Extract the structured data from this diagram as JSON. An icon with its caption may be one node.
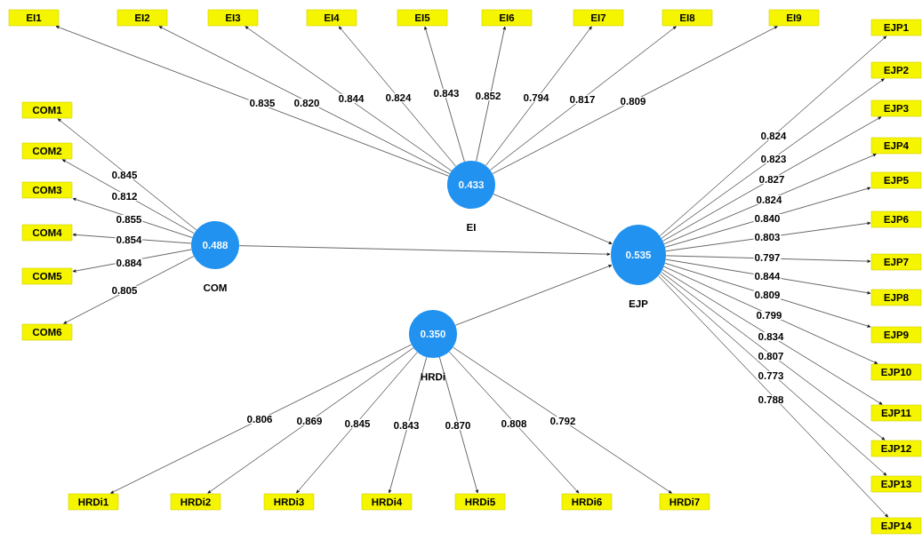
{
  "diagram": {
    "nodes": [
      {
        "text": [
          "0.433"
        ],
        "beside": [
          "EI"
        ]
      },
      {
        "text": [
          "0.488"
        ],
        "beside": [
          "COM"
        ]
      },
      {
        "text": [
          "0.535"
        ],
        "beside": [
          "EJP"
        ]
      },
      {
        "text": [
          "0.350"
        ],
        "beside": [
          "HRDi"
        ]
      },
      {
        "text": [
          "EI1"
        ]
      },
      {
        "text": [
          "EI2"
        ]
      },
      {
        "text": [
          "EI3"
        ]
      },
      {
        "text": [
          "EI4"
        ]
      },
      {
        "text": [
          "EI5"
        ]
      },
      {
        "text": [
          "EI6"
        ]
      },
      {
        "text": [
          "EI7"
        ]
      },
      {
        "text": [
          "EI8"
        ]
      },
      {
        "text": [
          "EI9"
        ]
      },
      {
        "text": [
          "COM1"
        ]
      },
      {
        "text": [
          "COM2"
        ]
      },
      {
        "text": [
          "COM3"
        ]
      },
      {
        "text": [
          "COM4"
        ]
      },
      {
        "text": [
          "COM5"
        ]
      },
      {
        "text": [
          "COM6"
        ]
      },
      {
        "text": [
          "EJP1"
        ]
      },
      {
        "text": [
          "EJP2"
        ]
      },
      {
        "text": [
          "EJP3"
        ]
      },
      {
        "text": [
          "EJP4"
        ]
      },
      {
        "text": [
          "EJP5"
        ]
      },
      {
        "text": [
          "EJP6"
        ]
      },
      {
        "text": [
          "EJP7"
        ]
      },
      {
        "text": [
          "EJP8"
        ]
      },
      {
        "text": [
          "EJP9"
        ]
      },
      {
        "text": [
          "EJP10"
        ]
      },
      {
        "text": [
          "EJP11"
        ]
      },
      {
        "text": [
          "EJP12"
        ]
      },
      {
        "text": [
          "EJP13"
        ]
      },
      {
        "text": [
          "EJP14"
        ]
      },
      {
        "text": [
          "HRDi1"
        ]
      },
      {
        "text": [
          "HRDi2"
        ]
      },
      {
        "text": [
          "HRDi3"
        ]
      },
      {
        "text": [
          "HRDi4"
        ]
      },
      {
        "text": [
          "HRDi5"
        ]
      },
      {
        "text": [
          "HRDi6"
        ]
      },
      {
        "text": [
          "HRDi7"
        ]
      }
    ],
    "edges": [
      {
        "from": 0,
        "to": 4,
        "arrow": "to",
        "label": "0.835"
      },
      {
        "from": 0,
        "to": 5,
        "arrow": "to",
        "label": "0.820"
      },
      {
        "from": 0,
        "to": 6,
        "arrow": "to",
        "label": "0.844"
      },
      {
        "from": 0,
        "to": 7,
        "arrow": "to",
        "label": "0.824"
      },
      {
        "from": 0,
        "to": 8,
        "arrow": "to",
        "label": "0.843"
      },
      {
        "from": 0,
        "to": 9,
        "arrow": "to",
        "label": "0.852"
      },
      {
        "from": 0,
        "to": 10,
        "arrow": "to",
        "label": "0.794"
      },
      {
        "from": 0,
        "to": 11,
        "arrow": "to",
        "label": "0.817"
      },
      {
        "from": 0,
        "to": 12,
        "arrow": "to",
        "label": "0.809"
      },
      {
        "from": 1,
        "to": 13,
        "arrow": "to",
        "label": "0.845"
      },
      {
        "from": 1,
        "to": 14,
        "arrow": "to",
        "label": "0.812"
      },
      {
        "from": 1,
        "to": 15,
        "arrow": "to",
        "label": "0.855"
      },
      {
        "from": 1,
        "to": 16,
        "arrow": "to",
        "label": "0.854"
      },
      {
        "from": 1,
        "to": 17,
        "arrow": "to",
        "label": "0.884"
      },
      {
        "from": 1,
        "to": 18,
        "arrow": "to",
        "label": "0.805"
      },
      {
        "from": 2,
        "to": 19,
        "arrow": "to",
        "label": "0.824"
      },
      {
        "from": 2,
        "to": 20,
        "arrow": "to",
        "label": "0.823"
      },
      {
        "from": 2,
        "to": 21,
        "arrow": "to",
        "label": "0.827"
      },
      {
        "from": 2,
        "to": 22,
        "arrow": "to",
        "label": "0.824"
      },
      {
        "from": 2,
        "to": 23,
        "arrow": "to",
        "label": "0.840"
      },
      {
        "from": 2,
        "to": 24,
        "arrow": "to",
        "label": "0.803"
      },
      {
        "from": 2,
        "to": 25,
        "arrow": "to",
        "label": "0.797"
      },
      {
        "from": 2,
        "to": 26,
        "arrow": "to",
        "label": "0.844"
      },
      {
        "from": 2,
        "to": 27,
        "arrow": "to",
        "label": "0.809"
      },
      {
        "from": 2,
        "to": 28,
        "arrow": "to",
        "label": "0.799"
      },
      {
        "from": 2,
        "to": 29,
        "arrow": "to",
        "label": "0.834"
      },
      {
        "from": 2,
        "to": 30,
        "arrow": "to",
        "label": "0.807"
      },
      {
        "from": 2,
        "to": 31,
        "arrow": "to",
        "label": "0.773"
      },
      {
        "from": 2,
        "to": 32,
        "arrow": "to",
        "label": "0.788"
      },
      {
        "from": 3,
        "to": 33,
        "arrow": "to",
        "label": "0.806"
      },
      {
        "from": 3,
        "to": 34,
        "arrow": "to",
        "label": "0.869"
      },
      {
        "from": 3,
        "to": 35,
        "arrow": "to",
        "label": "0.845"
      },
      {
        "from": 3,
        "to": 36,
        "arrow": "to",
        "label": "0.843"
      },
      {
        "from": 3,
        "to": 37,
        "arrow": "to",
        "label": "0.870"
      },
      {
        "from": 3,
        "to": 38,
        "arrow": "to",
        "label": "0.808"
      },
      {
        "from": 3,
        "to": 39,
        "arrow": "to",
        "label": "0.792"
      },
      {
        "from": 0,
        "to": 2,
        "arrow": "to"
      },
      {
        "from": 1,
        "to": 2,
        "arrow": "to"
      },
      {
        "from": 3,
        "to": 2,
        "arrow": "to"
      }
    ]
  }
}
